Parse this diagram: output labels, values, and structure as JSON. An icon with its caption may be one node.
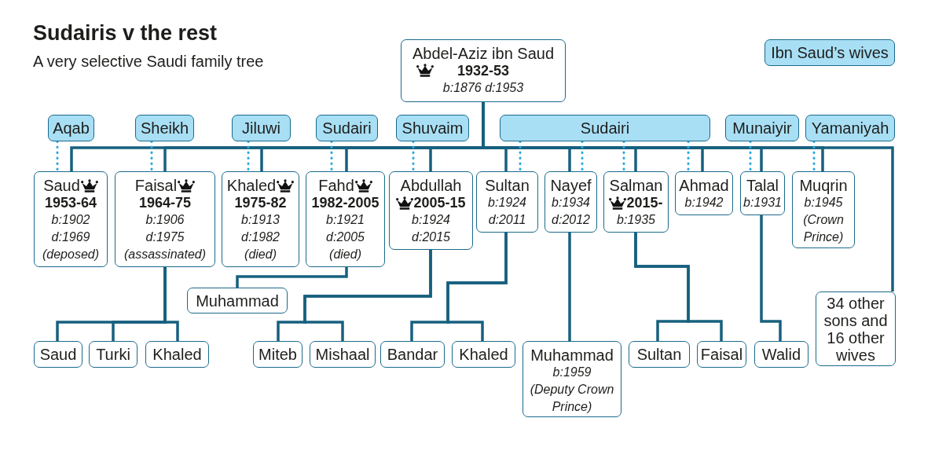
{
  "diagram": {
    "title": "Sudairis v the rest",
    "nodes": [
      {
        "text": [
          "Abdel-Aziz ibn Saud",
          "1932-53",
          "b:1876 d:1953"
        ]
      },
      {
        "text": [
          "Aqab"
        ]
      },
      {
        "text": [
          "Sheikh"
        ]
      },
      {
        "text": [
          "Jiluwi"
        ]
      },
      {
        "text": [
          "Sudairi"
        ]
      },
      {
        "text": [
          "Shuvaim"
        ]
      },
      {
        "text": [
          "Sudairi"
        ]
      },
      {
        "text": [
          "Munaiyir"
        ]
      },
      {
        "text": [
          "Yamaniyah"
        ]
      },
      {
        "text": [
          "Saud",
          "1953-64",
          "b:1902",
          "d:1969",
          "(deposed)"
        ]
      },
      {
        "text": [
          "Faisal",
          "1964-75",
          "b:1906",
          "d:1975",
          "(assassinated)"
        ]
      },
      {
        "text": [
          "Khaled",
          "1975-82",
          "b:1913",
          "d:1982",
          "(died)"
        ]
      },
      {
        "text": [
          "Fahd",
          "1982-2005",
          "b:1921",
          "d:2005",
          "(died)"
        ]
      },
      {
        "text": [
          "Abdullah",
          "2005-15",
          "b:1924",
          "d:2015"
        ]
      },
      {
        "text": [
          "Sultan",
          "b:1924",
          "d:2011"
        ]
      },
      {
        "text": [
          "Nayef",
          "b:1934",
          "d:2012"
        ]
      },
      {
        "text": [
          "Salman",
          "2015-",
          "b:1935"
        ]
      },
      {
        "text": [
          "Ahmad",
          "b:1942"
        ]
      },
      {
        "text": [
          "Talal",
          "b:1931"
        ]
      },
      {
        "text": [
          "Muqrin",
          "b:1945",
          "(Crown Prince)"
        ]
      },
      {
        "text": [
          "34 other sons and 16 other wives"
        ]
      },
      {
        "text": [
          "Muhammad"
        ]
      },
      {
        "text": [
          "Saud"
        ]
      },
      {
        "text": [
          "Turki"
        ]
      },
      {
        "text": [
          "Khaled"
        ]
      },
      {
        "text": [
          "Miteb"
        ]
      },
      {
        "text": [
          "Mishaal"
        ]
      },
      {
        "text": [
          "Bandar"
        ]
      },
      {
        "text": [
          "Khaled"
        ]
      },
      {
        "text": [
          "Muhammad",
          "b:1959",
          "(Deputy Crown Prince)"
        ]
      },
      {
        "text": [
          "Sultan"
        ]
      },
      {
        "text": [
          "Faisal"
        ]
      },
      {
        "text": [
          "Walid"
        ]
      }
    ],
    "edges": [
      {
        "from": 0,
        "to": 9,
        "arrow": "none"
      },
      {
        "from": 0,
        "to": 10,
        "arrow": "none"
      },
      {
        "from": 0,
        "to": 11,
        "arrow": "none"
      },
      {
        "from": 0,
        "to": 12,
        "arrow": "none"
      },
      {
        "from": 0,
        "to": 13,
        "arrow": "none"
      },
      {
        "from": 0,
        "to": 14,
        "arrow": "none"
      },
      {
        "from": 0,
        "to": 15,
        "arrow": "none"
      },
      {
        "from": 0,
        "to": 16,
        "arrow": "none"
      },
      {
        "from": 0,
        "to": 17,
        "arrow": "none"
      },
      {
        "from": 0,
        "to": 18,
        "arrow": "none"
      },
      {
        "from": 0,
        "to": 19,
        "arrow": "none"
      },
      {
        "from": 0,
        "to": 20,
        "arrow": "none"
      },
      {
        "from": 1,
        "to": 9,
        "arrow": "none",
        "style": "dashed",
        "color": "#27a9e1"
      },
      {
        "from": 2,
        "to": 10,
        "arrow": "none",
        "style": "dashed",
        "color": "#27a9e1"
      },
      {
        "from": 3,
        "to": 11,
        "arrow": "none",
        "style": "dashed",
        "color": "#27a9e1"
      },
      {
        "from": 4,
        "to": 12,
        "arrow": "none",
        "style": "dashed",
        "color": "#27a9e1"
      },
      {
        "from": 5,
        "to": 13,
        "arrow": "none",
        "style": "dashed",
        "color": "#27a9e1"
      },
      {
        "from": 6,
        "to": 14,
        "arrow": "none",
        "style": "dashed",
        "color": "#27a9e1"
      },
      {
        "from": 6,
        "to": 15,
        "arrow": "none",
        "style": "dashed",
        "color": "#27a9e1"
      },
      {
        "from": 6,
        "to": 16,
        "arrow": "none",
        "style": "dashed",
        "color": "#27a9e1"
      },
      {
        "from": 6,
        "to": 17,
        "arrow": "none",
        "style": "dashed",
        "color": "#27a9e1"
      },
      {
        "from": 7,
        "to": 18,
        "arrow": "none",
        "style": "dashed",
        "color": "#27a9e1"
      },
      {
        "from": 8,
        "to": 19,
        "arrow": "none",
        "style": "dashed",
        "color": "#27a9e1"
      },
      {
        "from": 12,
        "to": 21,
        "arrow": "none"
      },
      {
        "from": 10,
        "to": 22,
        "arrow": "none"
      },
      {
        "from": 10,
        "to": 23,
        "arrow": "none"
      },
      {
        "from": 10,
        "to": 24,
        "arrow": "none"
      },
      {
        "from": 13,
        "to": 25,
        "arrow": "none"
      },
      {
        "from": 13,
        "to": 26,
        "arrow": "none"
      },
      {
        "from": 14,
        "to": 27,
        "arrow": "none"
      },
      {
        "from": 14,
        "to": 28,
        "arrow": "none"
      },
      {
        "from": 15,
        "to": 29,
        "arrow": "none"
      },
      {
        "from": 16,
        "to": 30,
        "arrow": "none"
      },
      {
        "from": 16,
        "to": 31,
        "arrow": "none"
      },
      {
        "from": 18,
        "to": 32,
        "arrow": "none"
      }
    ],
    "labels": [
      "A very selective Saudi family tree"
    ],
    "legend": [
      {
        "text": "Ibn Saud’s wives",
        "color": "#a8dff5"
      }
    ]
  }
}
